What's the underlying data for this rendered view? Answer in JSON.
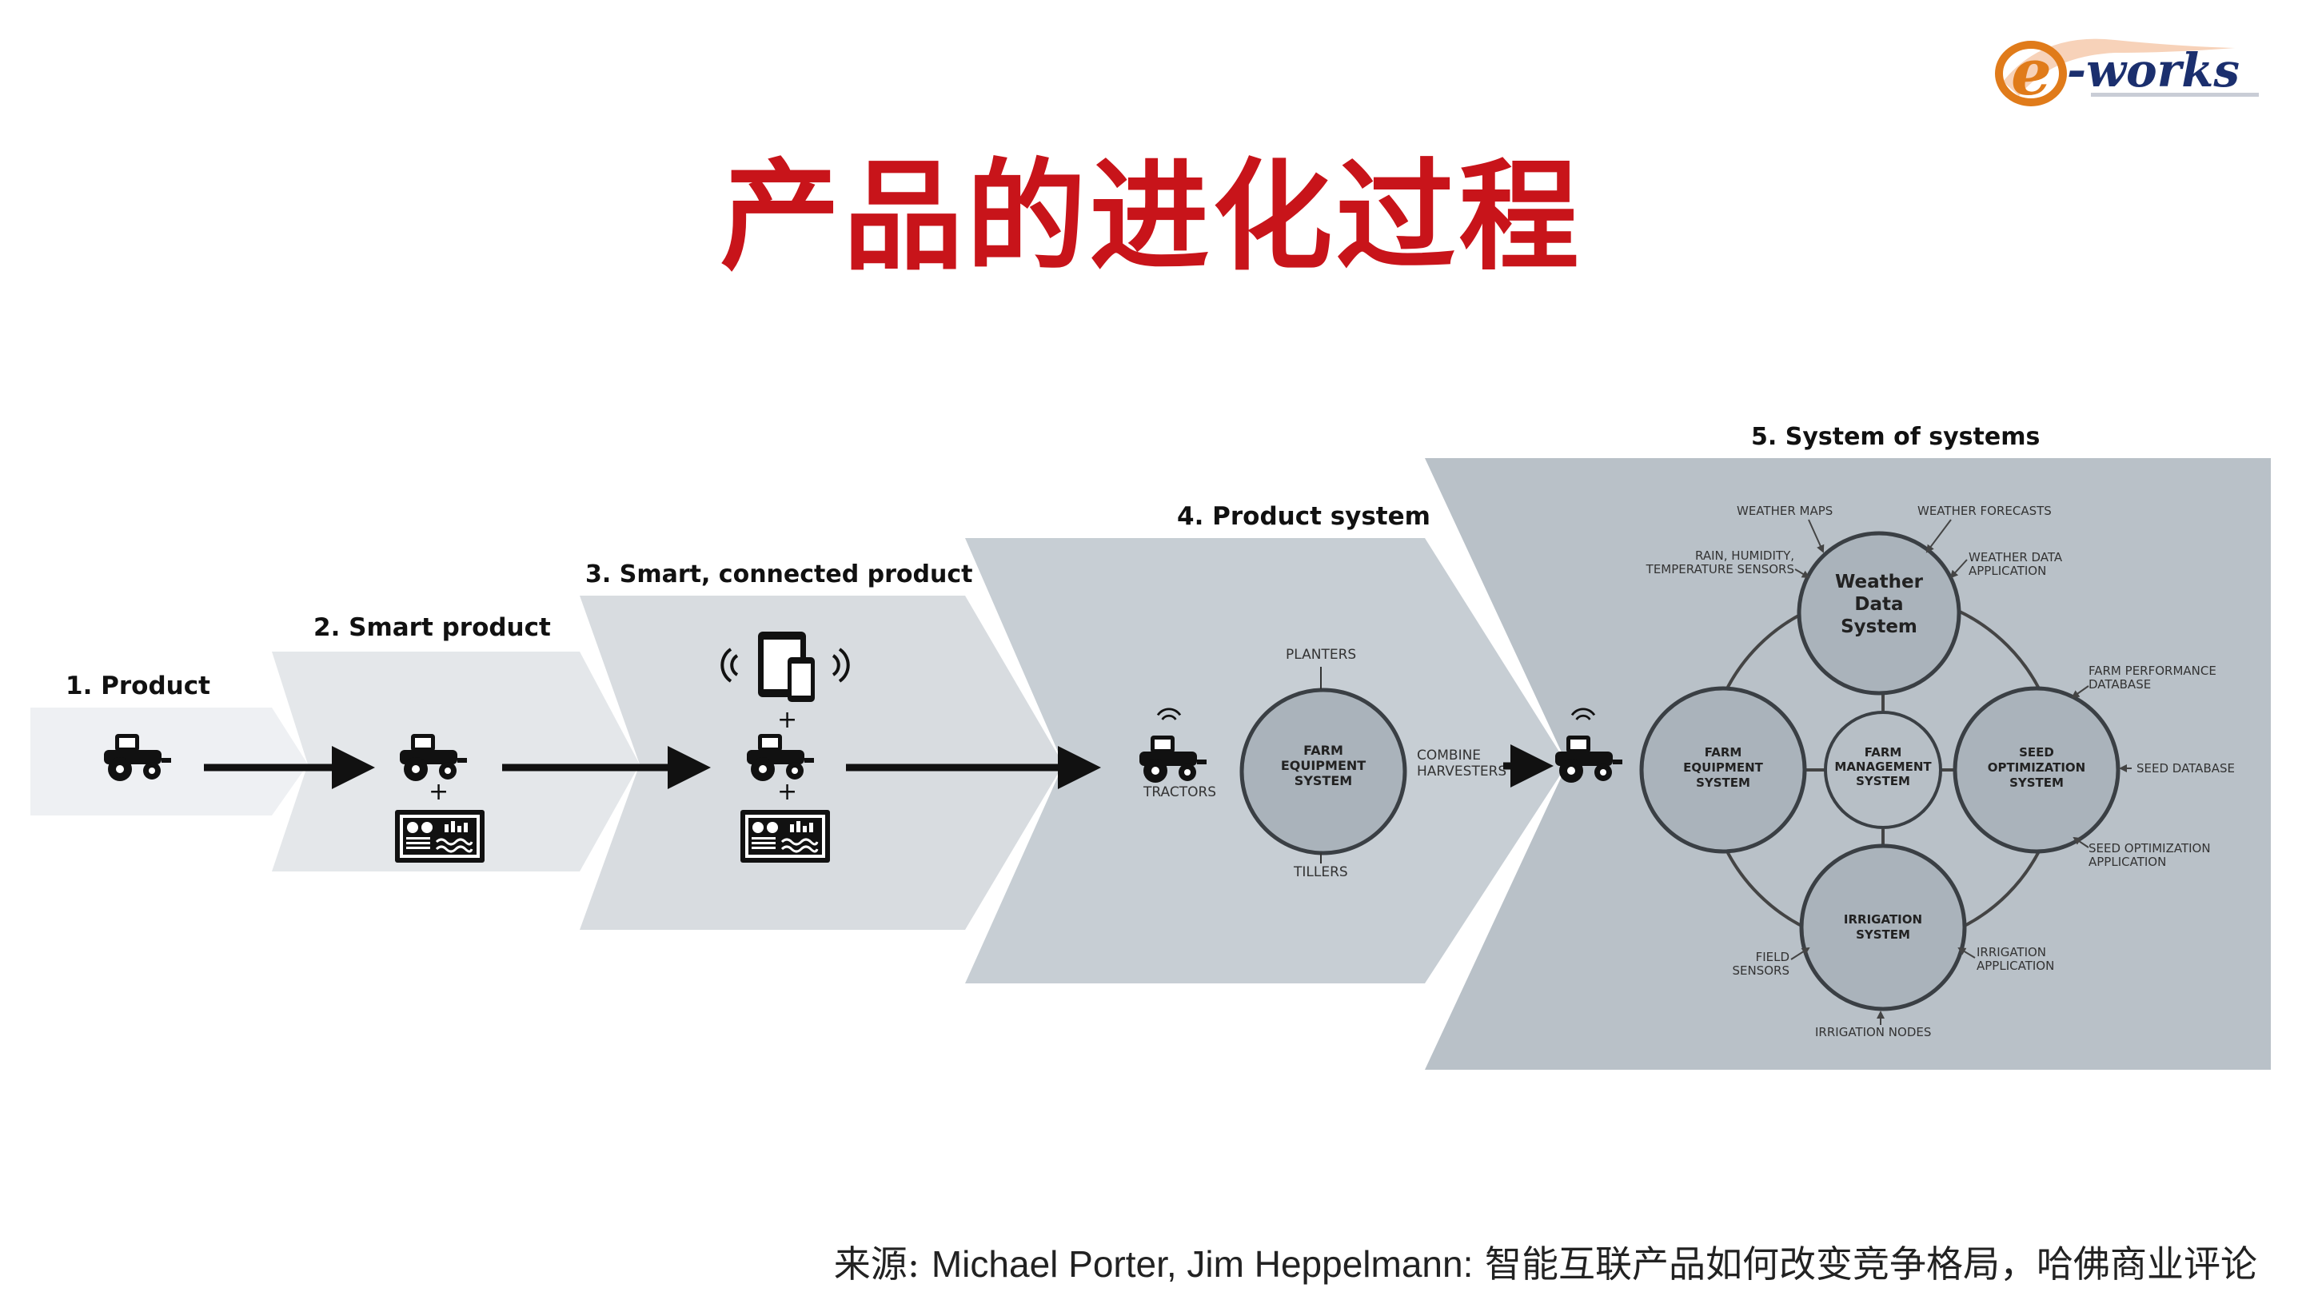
{
  "title": "产品的进化过程",
  "logo": {
    "text_e": "e",
    "text_rest": "-works",
    "accent": "#e07b1a",
    "brand": "#1b2f6e"
  },
  "colors": {
    "title": "#c8141a",
    "band1": "#eef0f3",
    "band2": "#e3e6ea",
    "band3": "#d3d8dd",
    "band4": "#c7ced4",
    "band5": "#b9c1c8",
    "dark": "#111111",
    "circle_fill": "#a9b2ba",
    "circle_inner": "#b7bfc6"
  },
  "stages": {
    "s1": {
      "label": "1. Product"
    },
    "s2": {
      "label": "2. Smart product"
    },
    "s3": {
      "label": "3. Smart, connected product"
    },
    "s4": {
      "label": "4. Product system"
    },
    "s5": {
      "label": "5. System of systems"
    }
  },
  "icons": {
    "tractor": "tractor-icon",
    "dashboard": "dashboard-icon",
    "devices": "tablet-phone-icon",
    "signal": "wireless-signal-icon",
    "plus": "+"
  },
  "product_system": {
    "center": "FARM EQUIPMENT SYSTEM",
    "top": "PLANTERS",
    "bottom": "TILLERS",
    "left": "TRACTORS",
    "right": "COMBINE HARVESTERS"
  },
  "system_of_systems": {
    "weather": {
      "name": "Weather Data System",
      "labels": [
        "WEATHER MAPS",
        "WEATHER FORECASTS",
        "RAIN, HUMIDITY, TEMPERATURE SENSORS",
        "WEATHER DATA APPLICATION"
      ]
    },
    "farm_equipment": {
      "name": "FARM EQUIPMENT SYSTEM"
    },
    "farm_management": {
      "name": "FARM MANAGEMENT SYSTEM"
    },
    "seed": {
      "name": "SEED OPTIMIZATION SYSTEM",
      "labels": [
        "FARM PERFORMANCE DATABASE",
        "SEED DATABASE",
        "SEED OPTIMIZATION APPLICATION"
      ]
    },
    "irrigation": {
      "name": "IRRIGATION SYSTEM",
      "labels": [
        "FIELD SENSORS",
        "IRRIGATION APPLICATION",
        "IRRIGATION NODES"
      ]
    }
  },
  "source": {
    "prefix": "来源: ",
    "authors": "Michael Porter, Jim Heppelmann:",
    "article": "  智能互联产品如何改变竞争格局，哈佛商业评论"
  }
}
